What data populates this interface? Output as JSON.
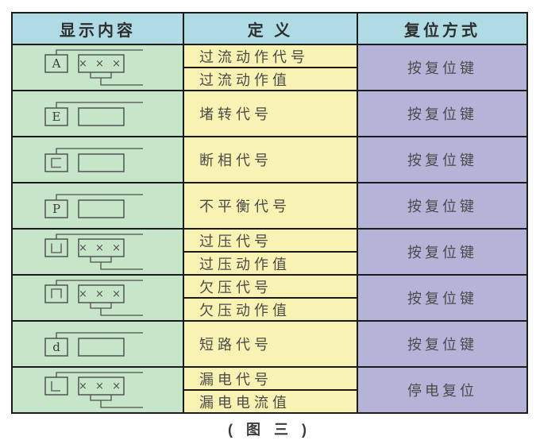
{
  "page": {
    "caption": "( 图 三 )"
  },
  "colors": {
    "header_bg": "#aedbe4",
    "display_col_bg": "#c7e5c9",
    "definition_col_bg": "#f9f3b3",
    "reset_col_bg": "#b6b3d8",
    "grid_border": "#1b1b1b"
  },
  "symbols": {
    "xxx": "× × ×"
  },
  "table": {
    "headers": {
      "display": "显示内容",
      "definition": "定 义",
      "reset": "复位方式"
    },
    "rows": [
      {
        "symbol_char": "A",
        "value_box": "xxx",
        "definitions": [
          "过流动作代号",
          "过流动作值"
        ],
        "reset": "按复位键"
      },
      {
        "symbol_char": "E",
        "value_box": "empty",
        "definitions": [
          "堵转代号"
        ],
        "reset": "按复位键"
      },
      {
        "symbol_char": "c",
        "value_box": "empty",
        "definitions": [
          "断相代号"
        ],
        "reset": "按复位键"
      },
      {
        "symbol_char": "P",
        "value_box": "empty",
        "definitions": [
          "不平衡代号"
        ],
        "reset": "按复位键"
      },
      {
        "symbol_char": "凵",
        "value_box": "xxx",
        "definitions": [
          "过压代号",
          "过压动作值"
        ],
        "reset": "按复位键"
      },
      {
        "symbol_char": "冂",
        "value_box": "xxx",
        "definitions": [
          "欠压代号",
          "欠压动作值"
        ],
        "reset": "按复位键"
      },
      {
        "symbol_char": "d",
        "value_box": "empty",
        "definitions": [
          "短路代号"
        ],
        "reset": "按复位键"
      },
      {
        "symbol_char": "L",
        "value_box": "xxx",
        "definitions": [
          "漏电代号",
          "漏电电流值"
        ],
        "reset": "停电复位"
      }
    ]
  }
}
